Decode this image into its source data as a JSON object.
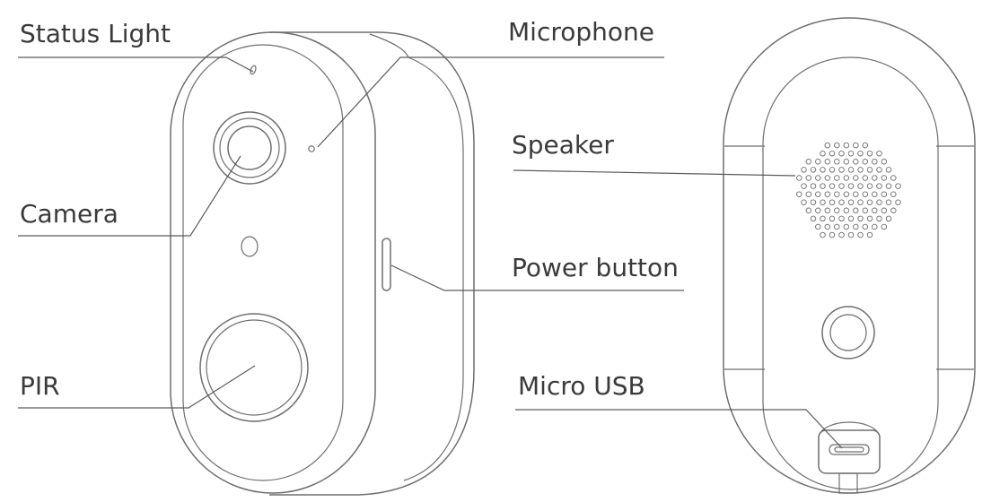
{
  "labels": {
    "status_light": "Status Light",
    "microphone": "Microphone",
    "camera": "Camera",
    "pir": "PIR",
    "speaker": "Speaker",
    "power_button": "Power button",
    "micro_usb": "Micro USB"
  },
  "colors": {
    "line": "#6e6e6e",
    "text": "#3a3a3a",
    "background": "#ffffff"
  }
}
